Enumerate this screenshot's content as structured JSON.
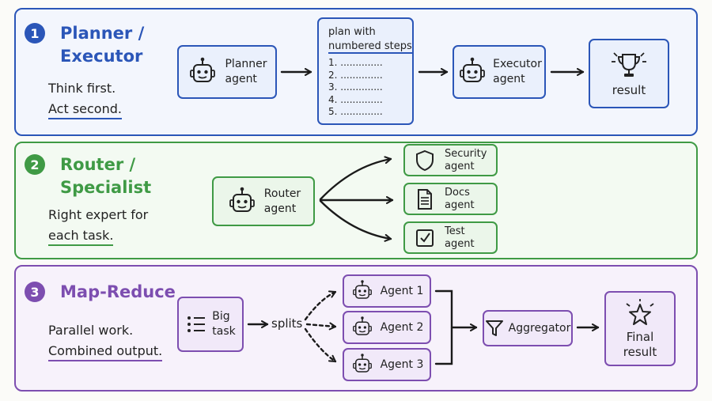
{
  "section1": {
    "number": "1",
    "title_line1": "Planner /",
    "title_line2": "Executor",
    "tagline_line1": "Think first.",
    "tagline_line2": "Act second.",
    "planner_line1": "Planner",
    "planner_line2": "agent",
    "plan_title_line1": "plan with",
    "plan_title_line2": "numbered steps",
    "plan_steps": [
      "1. ..............",
      "2. ..............",
      "3. ..............",
      "4. ..............",
      "5. .............."
    ],
    "executor_line1": "Executor",
    "executor_line2": "agent",
    "result_label": "result"
  },
  "section2": {
    "number": "2",
    "title_line1": "Router /",
    "title_line2": "Specialist",
    "tagline_line1": "Right expert for",
    "tagline_line2": "each task.",
    "router_line1": "Router",
    "router_line2": "agent",
    "security_line1": "Security",
    "security_line2": "agent",
    "docs_line1": "Docs",
    "docs_line2": "agent",
    "test_line1": "Test",
    "test_line2": "agent"
  },
  "section3": {
    "number": "3",
    "title": "Map-Reduce",
    "tagline_line1": "Parallel work.",
    "tagline_line2": "Combined output.",
    "big_task_line1": "Big",
    "big_task_line2": "task",
    "splits_label": "splits",
    "agent1": "Agent 1",
    "agent2": "Agent 2",
    "agent3": "Agent 3",
    "aggregator": "Aggregator",
    "final_line1": "Final",
    "final_line2": "result"
  },
  "colors": {
    "blue": "#2b56b8",
    "green": "#3f9a45",
    "purple": "#7d4eb0"
  }
}
